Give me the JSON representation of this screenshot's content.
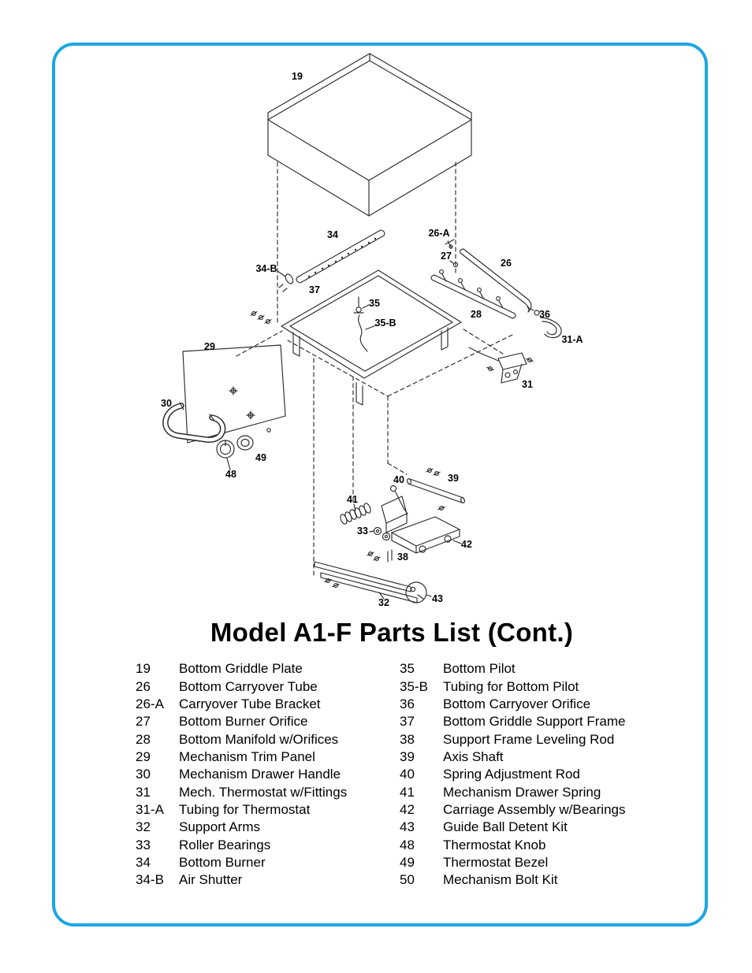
{
  "page": {
    "title": "Model A1-F Parts List (Cont.)",
    "border_color": "#1ca6e2"
  },
  "diagram": {
    "callouts": [
      {
        "label": "19"
      },
      {
        "label": "34"
      },
      {
        "label": "26-A"
      },
      {
        "label": "27"
      },
      {
        "label": "26"
      },
      {
        "label": "34-B"
      },
      {
        "label": "37"
      },
      {
        "label": "35"
      },
      {
        "label": "35-B"
      },
      {
        "label": "28"
      },
      {
        "label": "36"
      },
      {
        "label": "31-A"
      },
      {
        "label": "29"
      },
      {
        "label": "31"
      },
      {
        "label": "30"
      },
      {
        "label": "49"
      },
      {
        "label": "48"
      },
      {
        "label": "40"
      },
      {
        "label": "39"
      },
      {
        "label": "41"
      },
      {
        "label": "33"
      },
      {
        "label": "42"
      },
      {
        "label": "38"
      },
      {
        "label": "32"
      },
      {
        "label": "43"
      }
    ]
  },
  "parts_list": {
    "left": [
      {
        "num": "19",
        "desc": "Bottom Griddle Plate"
      },
      {
        "num": "26",
        "desc": "Bottom Carryover Tube"
      },
      {
        "num": "26-A",
        "desc": "Carryover Tube Bracket"
      },
      {
        "num": "27",
        "desc": "Bottom Burner Orifice"
      },
      {
        "num": "28",
        "desc": "Bottom Manifold w/Orifices"
      },
      {
        "num": "29",
        "desc": "Mechanism Trim Panel"
      },
      {
        "num": "30",
        "desc": "Mechanism Drawer Handle"
      },
      {
        "num": "31",
        "desc": "Mech. Thermostat w/Fittings"
      },
      {
        "num": "31-A",
        "desc": "Tubing for Thermostat"
      },
      {
        "num": "32",
        "desc": "Support Arms"
      },
      {
        "num": "33",
        "desc": "Roller Bearings"
      },
      {
        "num": "34",
        "desc": "Bottom Burner"
      },
      {
        "num": "34-B",
        "desc": "Air Shutter"
      }
    ],
    "right": [
      {
        "num": "35",
        "desc": "Bottom Pilot"
      },
      {
        "num": "35-B",
        "desc": "Tubing for Bottom Pilot"
      },
      {
        "num": "36",
        "desc": "Bottom Carryover Orifice"
      },
      {
        "num": "37",
        "desc": "Bottom Griddle Support Frame"
      },
      {
        "num": "38",
        "desc": "Support Frame Leveling Rod"
      },
      {
        "num": "39",
        "desc": "Axis Shaft"
      },
      {
        "num": "40",
        "desc": "Spring Adjustment Rod"
      },
      {
        "num": "41",
        "desc": "Mechanism Drawer Spring"
      },
      {
        "num": "42",
        "desc": "Carriage Assembly w/Bearings"
      },
      {
        "num": "43",
        "desc": "Guide Ball Detent Kit"
      },
      {
        "num": "48",
        "desc": "Thermostat Knob"
      },
      {
        "num": "49",
        "desc": "Thermostat Bezel"
      },
      {
        "num": "50",
        "desc": "Mechanism Bolt Kit"
      }
    ]
  }
}
